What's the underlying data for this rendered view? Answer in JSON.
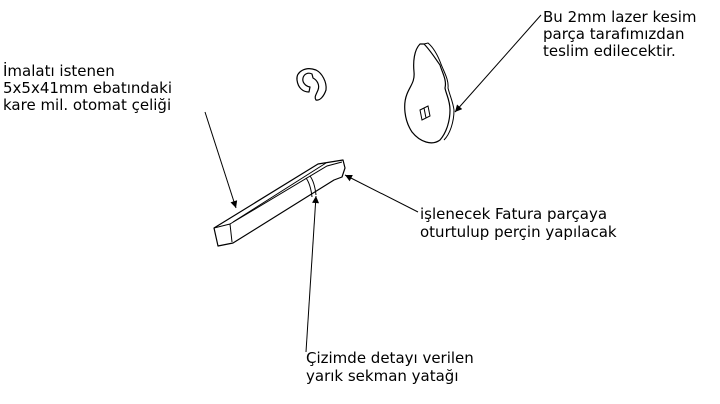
{
  "annotations": {
    "shaft_note": [
      "İmalatı istenen",
      "5x5x41mm ebatındaki",
      "kare mil. otomat çeliği"
    ],
    "plate_note": [
      "Bu 2mm lazer kesim",
      "parça tarafımızdan",
      "teslim edilecektir."
    ],
    "fatura_note": [
      "işlenecek Fatura parçaya",
      "oturtulup perçin yapılacak"
    ],
    "groove_note": [
      "Çizimde detayı verilen",
      "yarık sekman yatağı"
    ]
  }
}
